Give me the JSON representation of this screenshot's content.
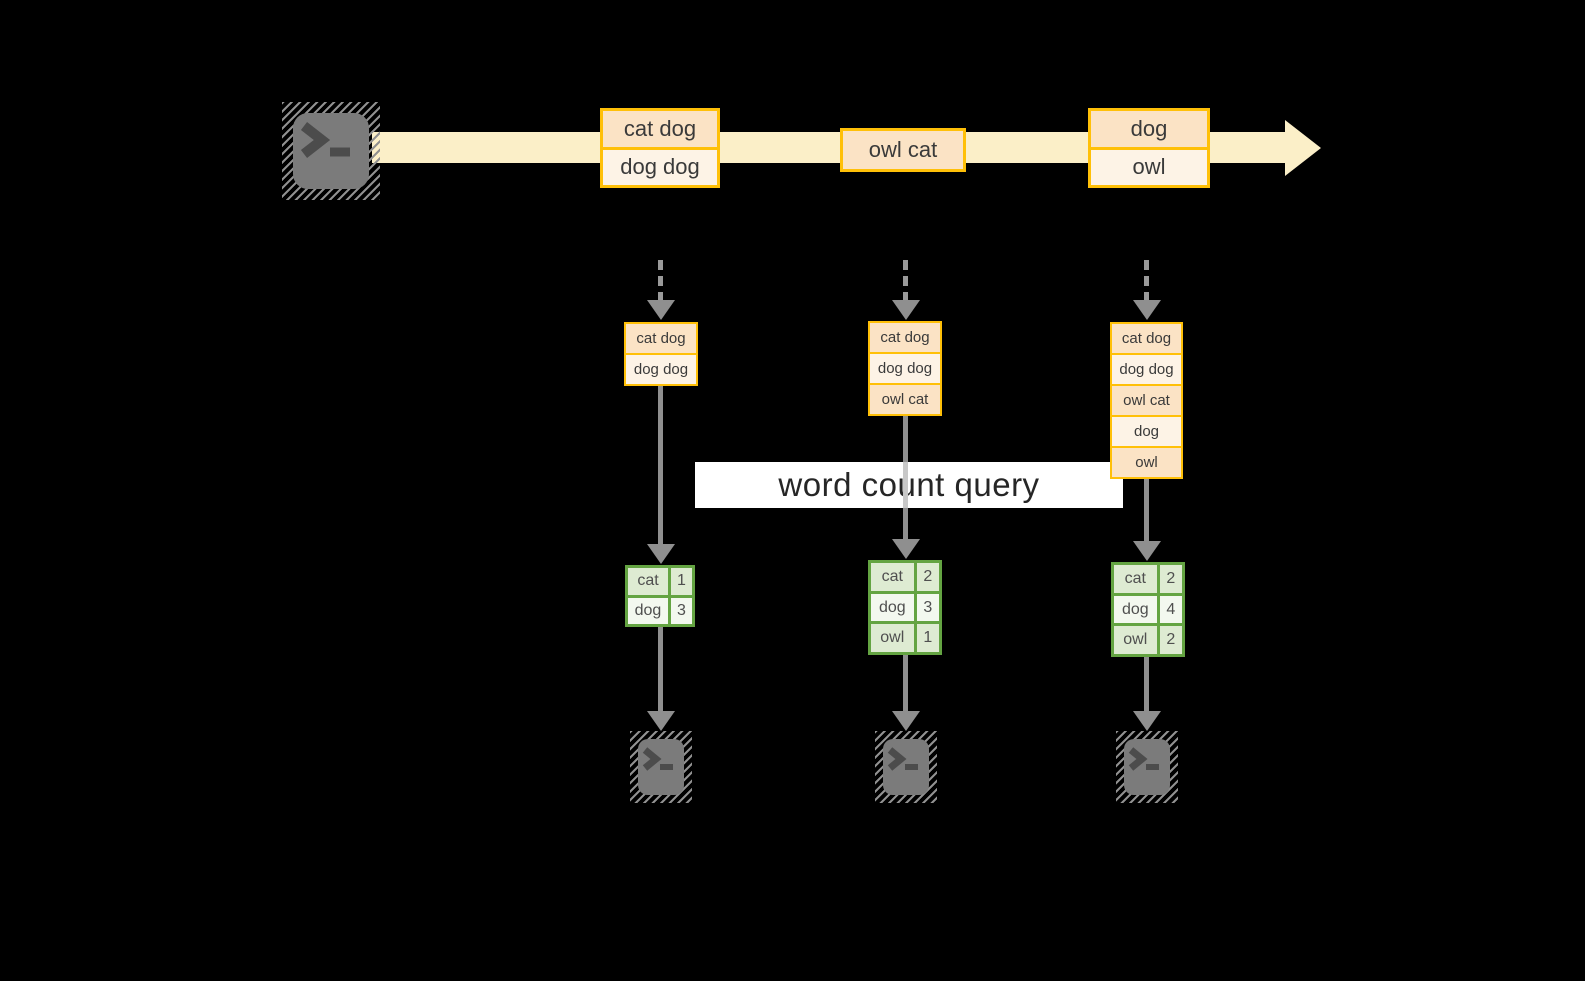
{
  "banner": {
    "label": "word count query"
  },
  "stream_messages": [
    {
      "rows": [
        "cat dog",
        "dog dog"
      ]
    },
    {
      "rows": [
        "owl cat"
      ]
    },
    {
      "rows": [
        "dog",
        "owl"
      ]
    }
  ],
  "columns": [
    {
      "state_rows": [
        "cat dog",
        "dog dog"
      ],
      "count_table": {
        "rows": [
          [
            "cat",
            "1"
          ],
          [
            "dog",
            "3"
          ]
        ]
      }
    },
    {
      "state_rows": [
        "cat dog",
        "dog dog",
        "owl cat"
      ],
      "count_table": {
        "rows": [
          [
            "cat",
            "2"
          ],
          [
            "dog",
            "3"
          ],
          [
            "owl",
            "1"
          ]
        ]
      }
    },
    {
      "state_rows": [
        "cat dog",
        "dog dog",
        "owl cat",
        "dog",
        "owl"
      ],
      "count_table": {
        "rows": [
          [
            "cat",
            "2"
          ],
          [
            "dog",
            "4"
          ],
          [
            "owl",
            "2"
          ]
        ]
      }
    }
  ],
  "icons": {
    "source": "terminal-icon",
    "sinks": [
      "terminal-icon",
      "terminal-icon",
      "terminal-icon"
    ]
  },
  "colors": {
    "background": "#000000",
    "stream_band": "#FBEFC8",
    "gold_border": "#FFC008",
    "box_fill_dark": "#FBE3C5",
    "box_fill_light": "#FDF3E6",
    "green_border": "#64A442",
    "green_cell_dark": "#DEEBD2",
    "green_cell_light": "#F3F8EF",
    "arrow_gray": "#8F8F8F",
    "terminal_gray": "#7B7B7B",
    "banner_bg": "#FFFFFF",
    "text_dark": "#3A3A3A"
  }
}
